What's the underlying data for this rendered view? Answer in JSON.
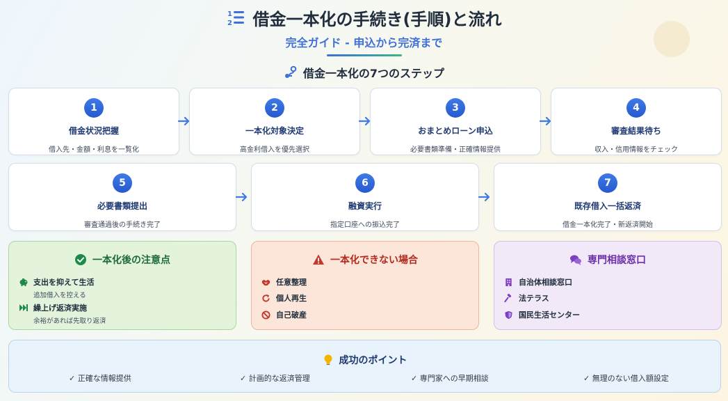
{
  "header": {
    "title": "借金一本化の手続き(手順)と流れ",
    "subtitle": "完全ガイド - 申込から完済まで",
    "title_icon": "list-ol-icon"
  },
  "steps_section": {
    "heading": "借金一本化の7つのステップ",
    "icon": "route-icon"
  },
  "steps": [
    {
      "num": "1",
      "title": "借金状況把握",
      "desc": "借入先・金額・利息を一覧化"
    },
    {
      "num": "2",
      "title": "一本化対象決定",
      "desc": "高金利借入を優先選択"
    },
    {
      "num": "3",
      "title": "おまとめローン申込",
      "desc": "必要書類準備・正確情報提供"
    },
    {
      "num": "4",
      "title": "審査結果待ち",
      "desc": "収入・信用情報をチェック"
    },
    {
      "num": "5",
      "title": "必要書類提出",
      "desc": "審査通過後の手続き完了"
    },
    {
      "num": "6",
      "title": "融資実行",
      "desc": "指定口座への振込完了"
    },
    {
      "num": "7",
      "title": "既存借入一括返済",
      "desc": "借金一本化完了・新返済開始"
    }
  ],
  "panels": {
    "caution": {
      "title": "一本化後の注意点",
      "icon": "check-circle-icon",
      "items": [
        {
          "icon": "piggy-bank-icon",
          "title": "支出を抑えて生活",
          "desc": "追加借入を控える"
        },
        {
          "icon": "fast-forward-icon",
          "title": "繰上げ返済実施",
          "desc": "余裕があれば先取り返済"
        }
      ]
    },
    "not_possible": {
      "title": "一本化できない場合",
      "icon": "warning-icon",
      "items": [
        {
          "icon": "handshake-icon",
          "label": "任意整理"
        },
        {
          "icon": "redo-icon",
          "label": "個人再生"
        },
        {
          "icon": "ban-icon",
          "label": "自己破産"
        }
      ]
    },
    "consult": {
      "title": "専門相談窓口",
      "icon": "comments-icon",
      "items": [
        {
          "icon": "building-icon",
          "label": "自治体相談窓口"
        },
        {
          "icon": "gavel-icon",
          "label": "法テラス"
        },
        {
          "icon": "shield-icon",
          "label": "国民生活センター"
        }
      ]
    }
  },
  "success": {
    "title": "成功のポイント",
    "icon": "lightbulb-icon",
    "points": [
      "✓ 正確な情報提供",
      "✓ 計画的な返済管理",
      "✓ 専門家への早期相談",
      "✓ 無理のない借入額設定"
    ]
  },
  "colors": {
    "accent_blue": "#2659cf",
    "green": "#1e6b3a",
    "red": "#b32a1f",
    "purple": "#6c2ea8"
  }
}
